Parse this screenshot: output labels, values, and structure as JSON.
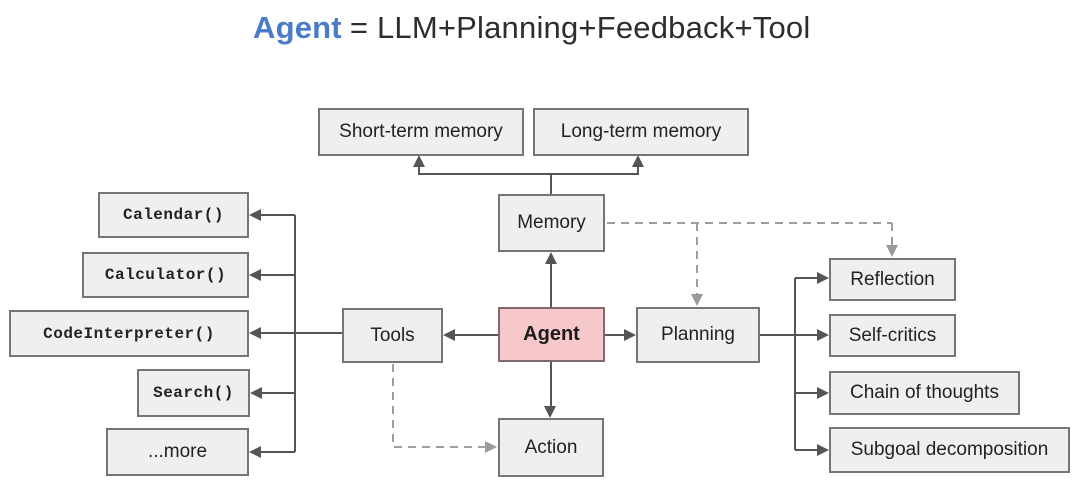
{
  "title": {
    "term": "Agent",
    "equation": "= LLM+Planning+Feedback+Tool"
  },
  "colors": {
    "term_blue": "#4a7bc7",
    "agent_fill": "#f6c8ca",
    "node_fill": "#efefef",
    "node_border": "#757575",
    "solid_wire": "#555555",
    "dashed_wire": "#9e9e9e"
  },
  "nodes": {
    "agent": "Agent",
    "memory": "Memory",
    "tools": "Tools",
    "planning": "Planning",
    "action": "Action",
    "short_term": "Short-term memory",
    "long_term": "Long-term memory",
    "calendar": "Calendar()",
    "calculator": "Calculator()",
    "code_interpreter": "CodeInterpreter()",
    "search": "Search()",
    "more": "...more",
    "reflection": "Reflection",
    "self_critics": "Self-critics",
    "chain_of_thoughts": "Chain of thoughts",
    "subgoal_decomposition": "Subgoal decomposition"
  },
  "edges": [
    {
      "from": "memory",
      "to": "short_term",
      "style": "solid"
    },
    {
      "from": "memory",
      "to": "long_term",
      "style": "solid"
    },
    {
      "from": "agent",
      "to": "memory",
      "style": "solid"
    },
    {
      "from": "agent",
      "to": "tools",
      "style": "solid"
    },
    {
      "from": "agent",
      "to": "planning",
      "style": "solid"
    },
    {
      "from": "agent",
      "to": "action",
      "style": "solid"
    },
    {
      "from": "tools",
      "to": "calendar",
      "style": "solid"
    },
    {
      "from": "tools",
      "to": "calculator",
      "style": "solid"
    },
    {
      "from": "tools",
      "to": "code_interpreter",
      "style": "solid"
    },
    {
      "from": "tools",
      "to": "search",
      "style": "solid"
    },
    {
      "from": "tools",
      "to": "more",
      "style": "solid"
    },
    {
      "from": "planning",
      "to": "reflection",
      "style": "solid"
    },
    {
      "from": "planning",
      "to": "self_critics",
      "style": "solid"
    },
    {
      "from": "planning",
      "to": "chain_of_thoughts",
      "style": "solid"
    },
    {
      "from": "planning",
      "to": "subgoal_decomposition",
      "style": "solid"
    },
    {
      "from": "memory",
      "to": "planning",
      "style": "dashed"
    },
    {
      "from": "memory",
      "to": "reflection",
      "style": "dashed"
    },
    {
      "from": "tools",
      "to": "action",
      "style": "dashed"
    }
  ]
}
